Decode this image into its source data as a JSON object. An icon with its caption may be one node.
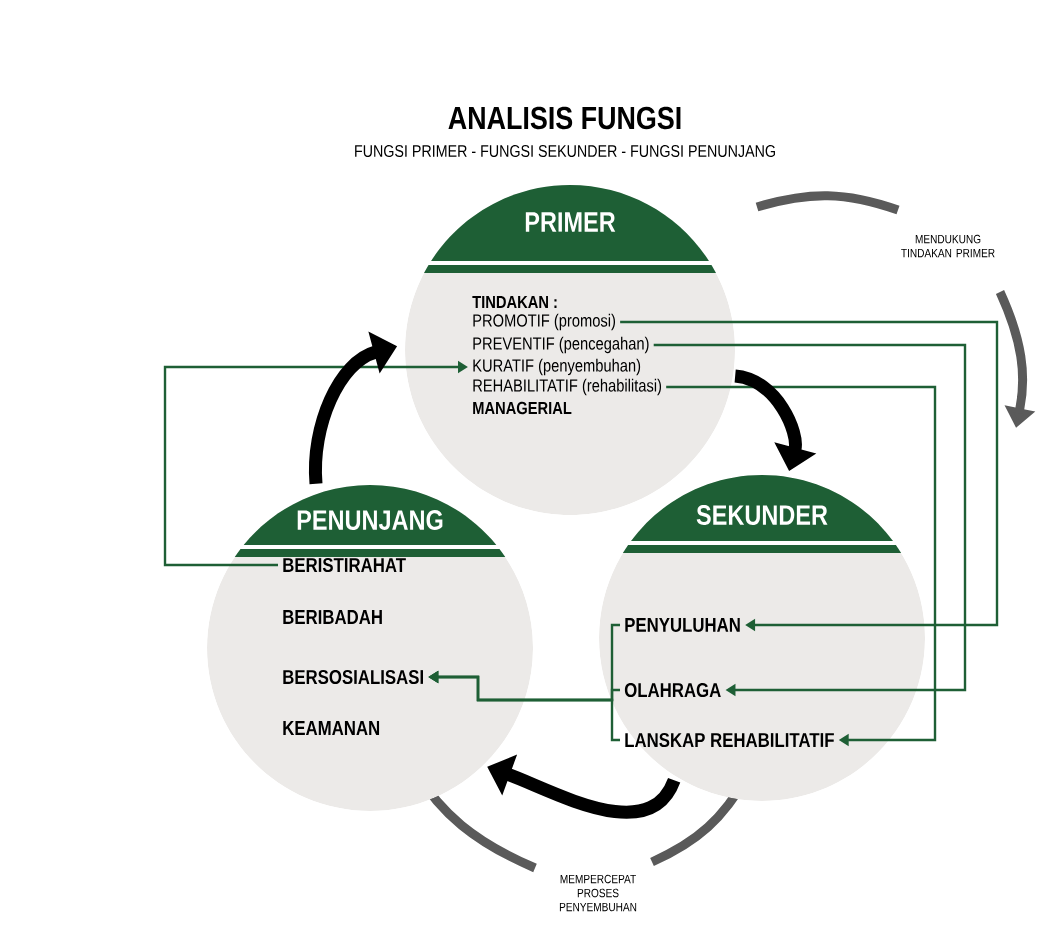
{
  "diagram": {
    "title": "ANALISIS FUNGSI",
    "nodes": [
      {
        "text": [
          "PRIMER"
        ]
      },
      {
        "text": [
          "TINDAKAN :"
        ],
        "in": 0
      },
      {
        "text": [
          "PROMOTIF (promosi)"
        ],
        "in": 0
      },
      {
        "text": [
          "PREVENTIF (pencegahan)"
        ],
        "in": 0
      },
      {
        "text": [
          "KURATIF (penyembuhan)"
        ],
        "in": 0
      },
      {
        "text": [
          "REHABILITATIF (rehabilitasi)"
        ],
        "in": 0
      },
      {
        "text": [
          "MANAGERIAL"
        ],
        "in": 0
      },
      {
        "text": [
          "SEKUNDER"
        ]
      },
      {
        "text": [
          "PENYULUHAN"
        ],
        "in": 7
      },
      {
        "text": [
          "OLAHRAGA"
        ],
        "in": 7
      },
      {
        "text": [
          "LANSKAP REHABILITATIF"
        ],
        "in": 7
      },
      {
        "text": [
          "PENUNJANG"
        ]
      },
      {
        "text": [
          "BERISTIRAHAT"
        ],
        "in": 11
      },
      {
        "text": [
          "BERIBADAH"
        ],
        "in": 11
      },
      {
        "text": [
          "BERSOSIALISASI"
        ],
        "in": 11
      },
      {
        "text": [
          "KEAMANAN"
        ],
        "in": 11
      }
    ],
    "edges": [
      {
        "from": 2,
        "to": 8,
        "arrow": "to"
      },
      {
        "from": 3,
        "to": 9,
        "arrow": "to"
      },
      {
        "from": 5,
        "to": 10,
        "arrow": "to"
      },
      {
        "from": 12,
        "to": 4,
        "arrow": "to"
      },
      {
        "from": 8,
        "to": 14,
        "arrow": "to"
      },
      {
        "from": 9,
        "to": 14,
        "arrow": "to"
      },
      {
        "from": 10,
        "to": 14,
        "arrow": "to"
      },
      {
        "from": 0,
        "to": 7,
        "arrow": "to",
        "style": "thick",
        "color": "#000000"
      },
      {
        "from": 7,
        "to": 11,
        "arrow": "to",
        "style": "thick",
        "color": "#000000"
      },
      {
        "from": 11,
        "to": 0,
        "arrow": "to",
        "style": "thick",
        "color": "#000000"
      }
    ],
    "labels": [
      "FUNGSI PRIMER - FUNGSI SEKUNDER - FUNGSI PENUNJANG",
      "MENDUKUNG TINDAKAN PRIMER",
      "MEMPERCEPAT PROSES PENYEMBUHAN"
    ]
  }
}
